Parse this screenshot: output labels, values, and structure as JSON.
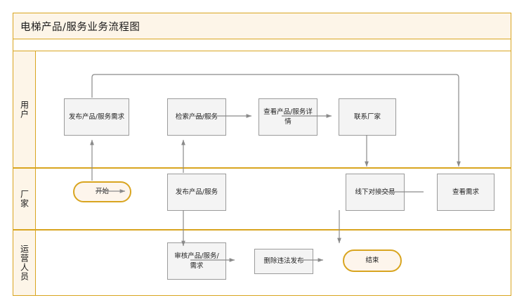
{
  "diagram": {
    "title": "电梯产品/服务业务流程图",
    "frame_border_color": "#d9a520",
    "lane_header_bg": "#fdf5e8",
    "process_fill": "#f4f4f4",
    "process_border": "#9b9b9b",
    "terminator_fill": "#fdf5ec",
    "terminator_border": "#d9a520",
    "connector_color": "#8a8a8a"
  },
  "lanes": [
    {
      "label": "用户"
    },
    {
      "label": "厂家"
    },
    {
      "label": "运营人员"
    }
  ],
  "nodes": {
    "publish_demand": "发布产品/服务需求",
    "search_product": "检索产品/服务",
    "view_detail": "查看产品/服务详情",
    "contact_maker": "联系厂家",
    "start": "开始",
    "publish_product": "发布产品/服务",
    "offline_deal": "线下对接交易",
    "view_demand": "查看需求",
    "audit": "审核产品/服务/需求",
    "delete_illegal": "删除违法发布",
    "end": "结束"
  }
}
